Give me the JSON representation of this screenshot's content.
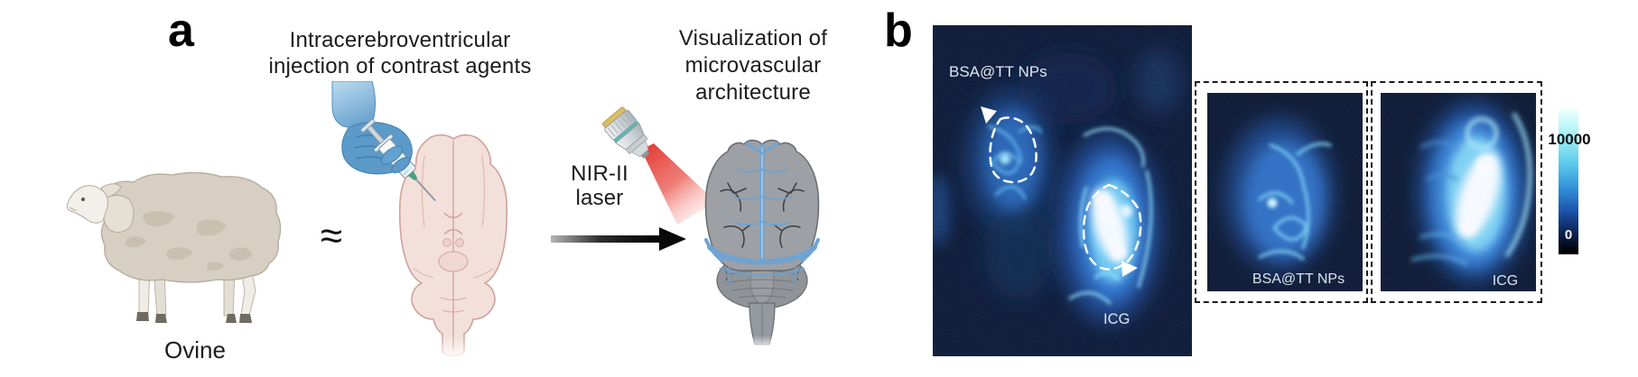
{
  "panel_a": {
    "label": "a",
    "title_line1": "Intracerebroventricular",
    "title_line2": "injection of contrast agents",
    "ovine_label": "Ovine",
    "approx_symbol": "≈",
    "laser_label_line1": "NIR-II",
    "laser_label_line2": "laser",
    "result_title_line1": "Visualization of",
    "result_title_line2": "microvascular",
    "result_title_line3": "architecture"
  },
  "panel_b": {
    "label": "b",
    "main_image": {
      "label_top": "BSA@TT NPs",
      "label_bottom": "ICG"
    },
    "inset_bsa": {
      "label": "BSA@TT NPs"
    },
    "inset_icg": {
      "label": "ICG"
    },
    "colorbar": {
      "max": "10000",
      "min": "0"
    }
  },
  "colors": {
    "laser_red": "#e2342d",
    "glove_blue": "#5b9ac9",
    "brain_pink": "#f3e0db",
    "brain_gray": "#9da0a4",
    "vessel_blue": "#6fa3d3",
    "fluorescence_navy": "#0a1530",
    "fluorescence_cyan": "#7fd8f8"
  }
}
